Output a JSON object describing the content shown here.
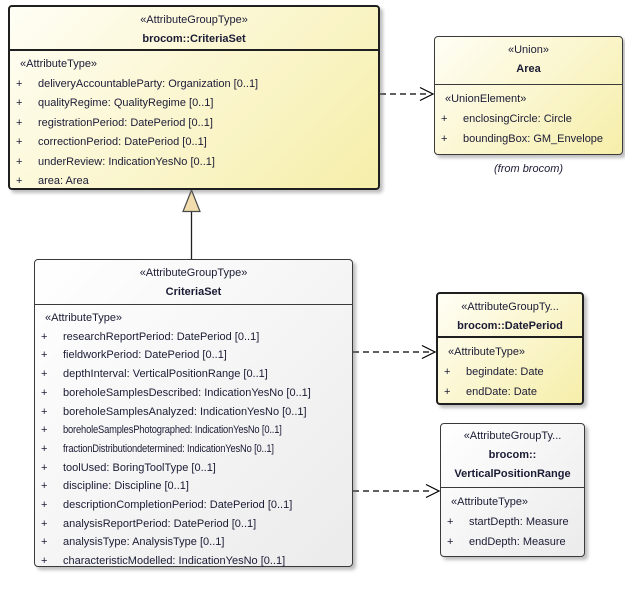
{
  "colors": {
    "box_yellow_start": "#FFFEF5",
    "box_yellow_end": "#F6EEA9",
    "box_gray_start": "#FFFFFF",
    "box_gray_end": "#EBEBEB",
    "border": "#1F1F1F",
    "text": "#1B1B35",
    "generalization_triangle_fill": "#F0DCAC"
  },
  "boxes": {
    "parent": {
      "stereotype": "«AttributeGroupType»",
      "name": "brocom::CriteriaSet",
      "section_label": "«AttributeType»",
      "attributes": [
        {
          "vis": "+",
          "text": "deliveryAccountableParty: Organization [0..1]"
        },
        {
          "vis": "+",
          "text": "qualityRegime: QualityRegime [0..1]"
        },
        {
          "vis": "+",
          "text": "registrationPeriod: DatePeriod [0..1]"
        },
        {
          "vis": "+",
          "text": "correctionPeriod: DatePeriod [0..1]"
        },
        {
          "vis": "+",
          "text": "underReview: IndicationYesNo [0..1]"
        },
        {
          "vis": "+",
          "text": "area: Area"
        }
      ]
    },
    "area": {
      "stereotype": "«Union»",
      "name": "Area",
      "section_label": "«UnionElement»",
      "attributes": [
        {
          "vis": "+",
          "text": "enclosingCircle: Circle"
        },
        {
          "vis": "+",
          "text": "boundingBox: GM_Envelope"
        }
      ],
      "caption": "(from brocom)"
    },
    "child": {
      "stereotype": "«AttributeGroupType»",
      "name": "CriteriaSet",
      "section_label": "«AttributeType»",
      "attributes": [
        {
          "vis": "+",
          "text": "researchReportPeriod: DatePeriod [0..1]"
        },
        {
          "vis": "+",
          "text": "fieldworkPeriod: DatePeriod [0..1]"
        },
        {
          "vis": "+",
          "text": "depthInterval: VerticalPositionRange [0..1]"
        },
        {
          "vis": "+",
          "text": "boreholeSamplesDescribed: IndicationYesNo [0..1]"
        },
        {
          "vis": "+",
          "text": "boreholeSamplesAnalyzed: IndicationYesNo [0..1]"
        },
        {
          "vis": "+",
          "text": "boreholeSamplesPhotographed: IndicationYesNo [0..1]"
        },
        {
          "vis": "+",
          "text": "fractionDistributiondetermined: IndicationYesNo [0..1]"
        },
        {
          "vis": "+",
          "text": "toolUsed: BoringToolType [0..1]"
        },
        {
          "vis": "+",
          "text": "discipline: Discipline [0..1]"
        },
        {
          "vis": "+",
          "text": "descriptionCompletionPeriod: DatePeriod [0..1]"
        },
        {
          "vis": "+",
          "text": "analysisReportPeriod: DatePeriod [0..1]"
        },
        {
          "vis": "+",
          "text": "analysisType: AnalysisType [0..1]"
        },
        {
          "vis": "+",
          "text": "characteristicModelled: IndicationYesNo [0..1]"
        }
      ]
    },
    "datePeriod": {
      "stereotype": "«AttributeGroupTy...",
      "name": "brocom::DatePeriod",
      "section_label": "«AttributeType»",
      "attributes": [
        {
          "vis": "+",
          "text": "begindate: Date"
        },
        {
          "vis": "+",
          "text": "endDate: Date"
        }
      ]
    },
    "verticalPositionRange": {
      "stereotype": "«AttributeGroupTy...",
      "name_line1": "brocom::",
      "name_line2": "VerticalPositionRange",
      "section_label": "«AttributeType»",
      "attributes": [
        {
          "vis": "+",
          "text": "startDepth: Measure"
        },
        {
          "vis": "+",
          "text": "endDepth: Measure"
        }
      ]
    }
  }
}
